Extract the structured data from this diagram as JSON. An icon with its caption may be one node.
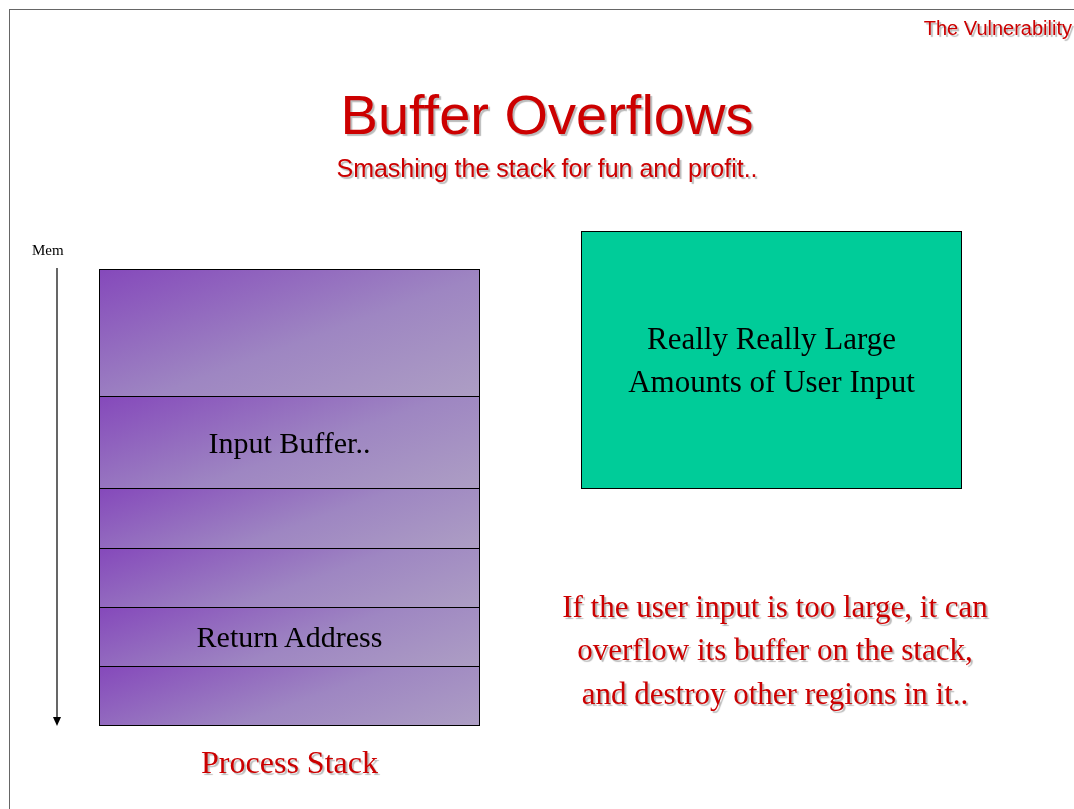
{
  "diagram": {
    "title": "Buffer Overflows",
    "nodes": [
      {
        "text": [],
        "shape": "box"
      },
      {
        "text": [
          "Input Buffer.."
        ]
      },
      {
        "text": [],
        "shape": "box"
      },
      {
        "text": [],
        "shape": "box"
      },
      {
        "text": [
          "Return Address"
        ]
      },
      {
        "text": [],
        "shape": "box"
      },
      {
        "text": [
          "Really Really Large Amounts of User Input"
        ]
      }
    ],
    "edges": [],
    "labels": [
      "The Vulnerability",
      "Smashing the stack for fun and profit..",
      "Mem",
      "Process Stack",
      "If the user input is too large, it can overflow its buffer on the stack, and destroy other regions in it.."
    ]
  }
}
